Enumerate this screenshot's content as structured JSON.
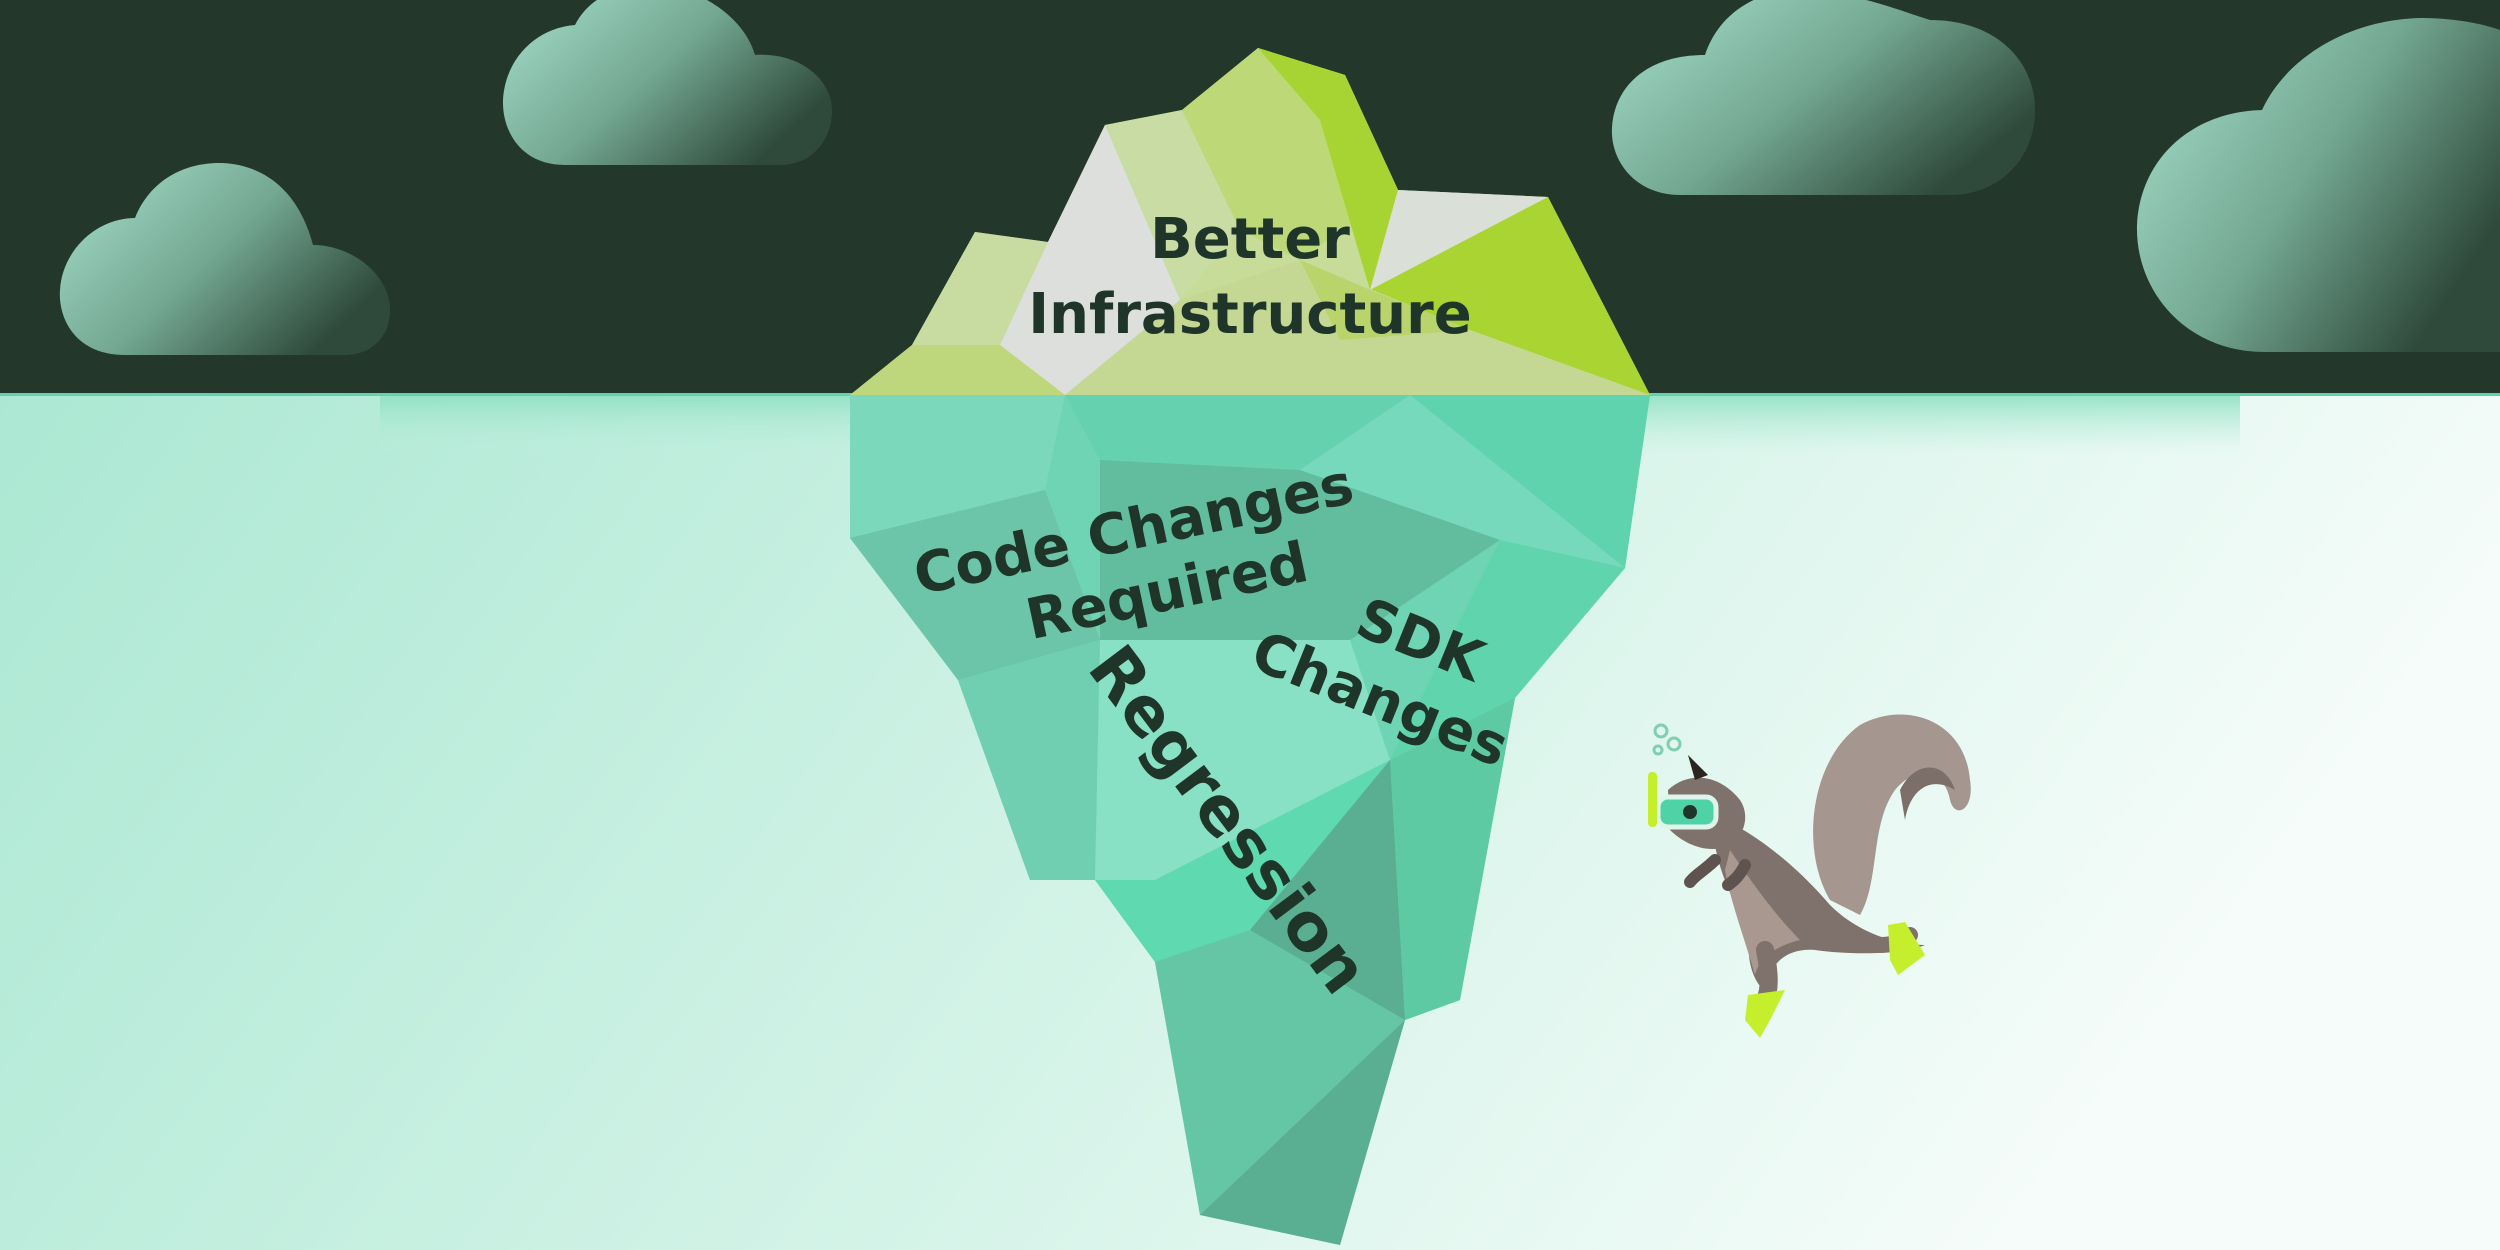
{
  "colors": {
    "sky": "#23382b",
    "water_top": "#a9e8d2",
    "water_right": "#f4fbf8",
    "ice_top_green": "#a9d432",
    "ice_top_light": "#c7da9a",
    "ice_top_grey": "#dcdfdc",
    "ice_under": "#5fd3ad",
    "ice_under_dark": "#5aae92",
    "text": "#20352a",
    "squirrel_body": "#7f716b",
    "squirrel_light": "#a89890",
    "flipper": "#c5ef2c"
  },
  "labels": {
    "top_line1": "Better",
    "top_line2": "Infrastructure",
    "code_line1": "Code Changes",
    "code_line2": "Required",
    "sdk_line1": "SDK",
    "sdk_line2": "Changes",
    "regression": "Regression"
  },
  "icons": {
    "mascot": "squirrel-snorkeling-icon",
    "clouds": "cloud-icon"
  }
}
